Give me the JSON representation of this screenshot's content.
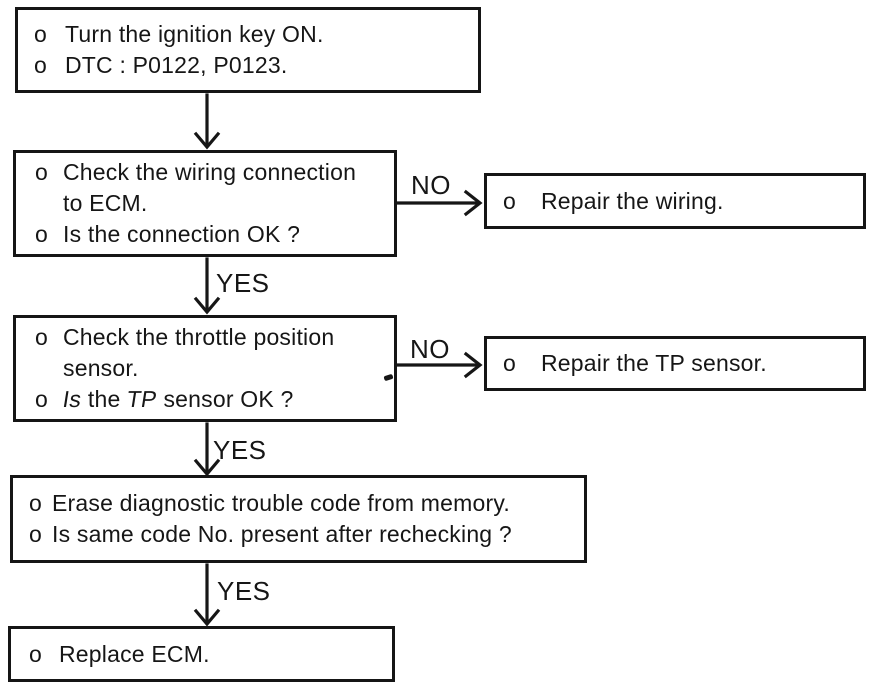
{
  "page": {
    "background_color": "#ffffff",
    "ink_color": "#161616",
    "description": "Diagnostic trouble code troubleshooting flowchart"
  },
  "flowchart": {
    "boxes": [
      {
        "name": "start",
        "items": [
          {
            "bullet": "o",
            "text": "Turn the ignition key ON."
          },
          {
            "bullet": "o",
            "text": "DTC : P0122, P0123."
          }
        ]
      },
      {
        "name": "check-wiring",
        "items": [
          {
            "bullet": "o",
            "text": "Check the wiring connection\nto ECM."
          },
          {
            "bullet": "o",
            "text": "Is the connection OK ?"
          }
        ]
      },
      {
        "name": "repair-wiring",
        "items": [
          {
            "bullet": "o",
            "text": "Repair the wiring."
          }
        ]
      },
      {
        "name": "check-tp-sensor",
        "items": [
          {
            "bullet": "o",
            "text": "Check the throttle position\nsensor."
          },
          {
            "bullet": "o",
            "parts": [
              {
                "t": "Is"
              },
              {
                "t": " the "
              },
              {
                "t": "TP"
              },
              {
                "t": " sensor OK ?"
              }
            ]
          }
        ]
      },
      {
        "name": "repair-tp-sensor",
        "items": [
          {
            "bullet": "o",
            "text": "Repair the TP sensor."
          }
        ]
      },
      {
        "name": "erase-dtc",
        "items": [
          {
            "bullet": "o",
            "text": "Erase diagnostic trouble code from memory."
          },
          {
            "bullet": "o",
            "text": "Is same code No. present after rechecking ?"
          }
        ]
      },
      {
        "name": "replace-ecm",
        "items": [
          {
            "bullet": "o",
            "text": "Replace ECM."
          }
        ]
      }
    ],
    "connector_labels": {
      "no_1": "NO",
      "no_2": "NO",
      "yes_1": "YES",
      "yes_2": "YES",
      "yes_3": "YES"
    }
  }
}
